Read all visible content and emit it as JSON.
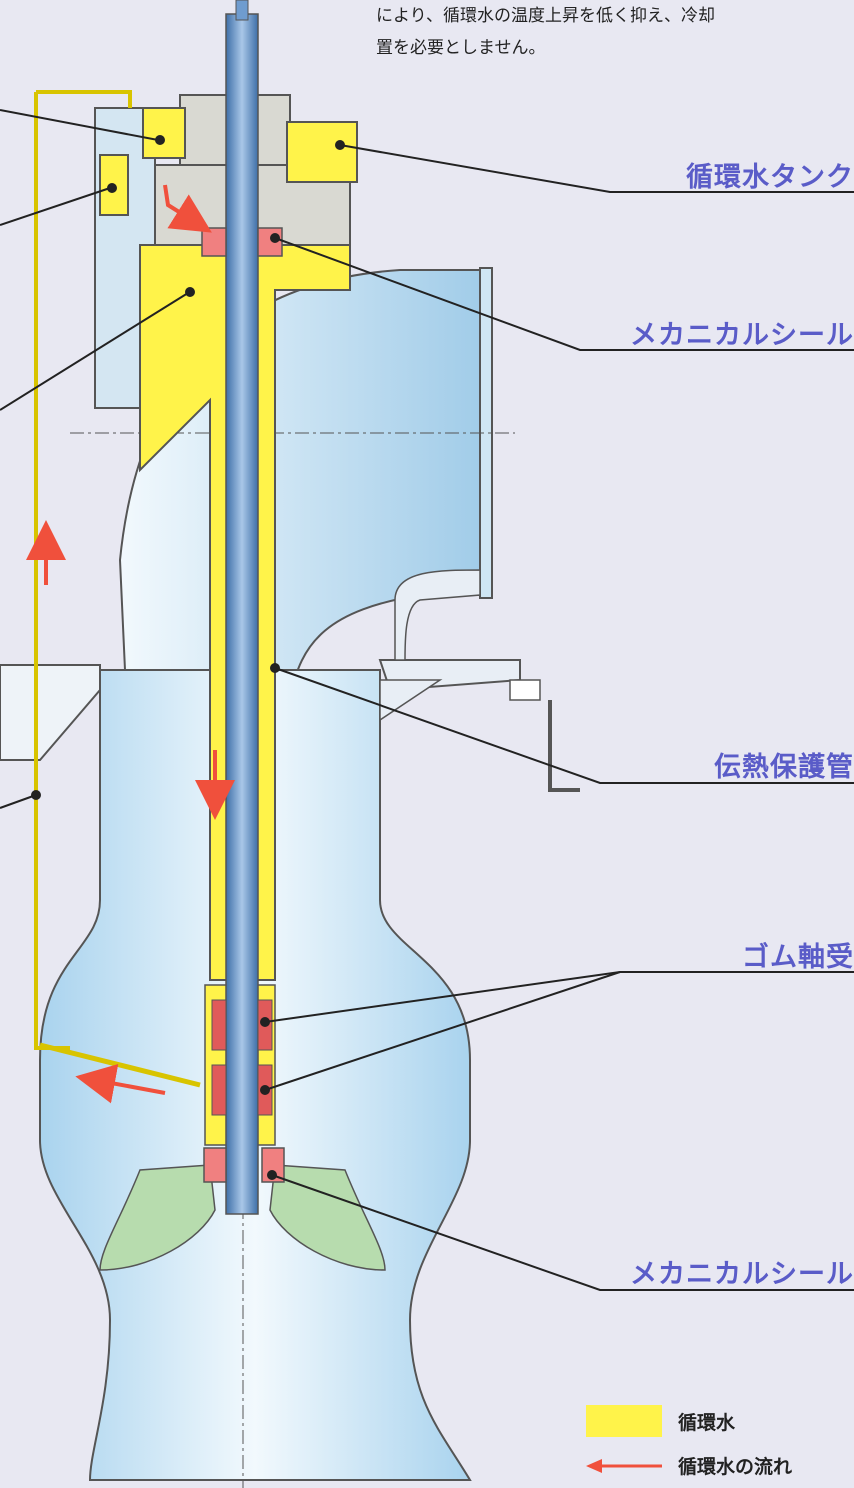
{
  "intro_lines": [
    "により、循環水の温度上昇を低く抑え、冷却",
    "置を必要としません。"
  ],
  "callouts": {
    "circulating_water_tank": "循環水タンク",
    "mechanical_seal_top": "メカニカルシール",
    "heat_transfer_protection_tube": "伝熱保護管",
    "rubber_bearing": "ゴム軸受",
    "mechanical_seal_bottom": "メカニカルシール"
  },
  "legend": {
    "circulating_water": "循環水",
    "circulating_water_flow": "循環水の流れ"
  },
  "colors": {
    "circulating_water": "#fff34a",
    "flow_arrow": "#f0503c",
    "pump_casing": "#cfe6f4",
    "label_text": "#5a5cc8",
    "shaft": "#6f9ccf",
    "seal": "#f08080",
    "impeller": "#b7dcae"
  }
}
